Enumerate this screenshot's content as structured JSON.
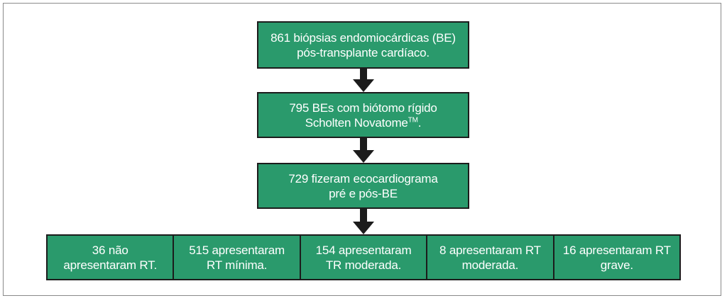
{
  "colors": {
    "box_fill": "#2a9a6c",
    "box_border": "#1c1c1c",
    "text": "#ffffff",
    "arrow": "#1c1c1c",
    "frame": "#8a8a8a"
  },
  "flow": {
    "step1": {
      "line1": "861 biópsias endomiocárdicas (BE)",
      "line2": "pós-transplante cardíaco."
    },
    "step2": {
      "line1": "795 BEs com biótomo rígido",
      "line2_main": "Scholten Novatome",
      "line2_sup": "TM",
      "line2_end": "."
    },
    "step3": {
      "line1": "729 fizeram ecocardiograma",
      "line2": "pré e pós-BE"
    },
    "outcomes": [
      {
        "line1": "36 não",
        "line2": "apresentaram RT."
      },
      {
        "line1": "515 apresentaram",
        "line2": "RT mínima."
      },
      {
        "line1": "154 apresentaram",
        "line2": "TR moderada."
      },
      {
        "line1": "8 apresentaram RT",
        "line2": "moderada."
      },
      {
        "line1": "16 apresentaram RT",
        "line2": "grave."
      }
    ]
  }
}
